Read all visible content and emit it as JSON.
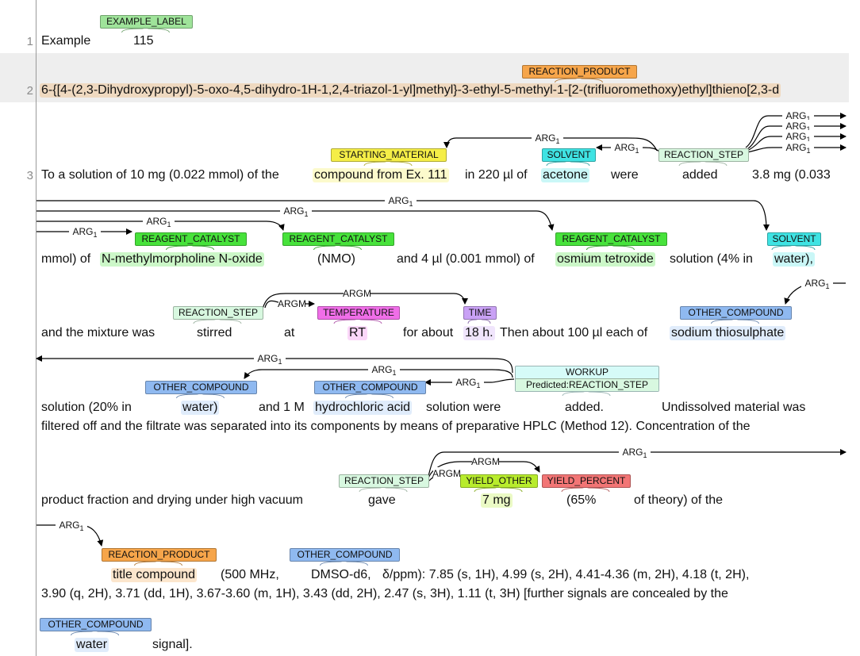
{
  "label_colors": {
    "EXAMPLE_LABEL": "#9fe39a",
    "REACTION_PRODUCT": "#f6a54a",
    "STARTING_MATERIAL": "#f5ee47",
    "SOLVENT": "#3fe3e3",
    "REACTION_STEP": "#d8f8e0",
    "REAGENT_CATALYST": "#47e23b",
    "TEMPERATURE": "#f06ee8",
    "TIME": "#c9a1f5",
    "OTHER_COMPOUND": "#8fb9f0",
    "WORKUP": "#d6fbf8",
    "YIELD_OTHER": "#b8ec2d",
    "YIELD_PERCENT": "#f27575"
  },
  "line_numbers": [
    "1",
    "2",
    "3"
  ],
  "words": [
    {
      "id": "w1",
      "text": "Example"
    },
    {
      "id": "w2",
      "text": "115"
    },
    {
      "id": "w3",
      "text": "6-{[4-(2,3-Dihydroxypropyl)-5-oxo-4,5-dihydro-1H-1,2,4-triazol-1-yl]methyl}-3-ethyl-5-methyl-1-[2-(trifluoromethoxy)ethyl]thieno[2,3-d"
    },
    {
      "id": "w4",
      "text": "To a solution of 10 mg (0.022 mmol) of the"
    },
    {
      "id": "w5",
      "text": "compound from Ex. 111"
    },
    {
      "id": "w6",
      "text": "in 220 µl of"
    },
    {
      "id": "w7",
      "text": "acetone"
    },
    {
      "id": "w8",
      "text": "were"
    },
    {
      "id": "w9",
      "text": "added"
    },
    {
      "id": "w10",
      "text": "3.8 mg (0.033"
    },
    {
      "id": "w11",
      "text": "mmol) of"
    },
    {
      "id": "w12",
      "text": "N-methylmorpholine N-oxide"
    },
    {
      "id": "w13",
      "text": "(NMO)"
    },
    {
      "id": "w14",
      "text": "and 4 µl (0.001 mmol) of"
    },
    {
      "id": "w15",
      "text": "osmium tetroxide"
    },
    {
      "id": "w16",
      "text": "solution (4% in"
    },
    {
      "id": "w17",
      "text": "water),"
    },
    {
      "id": "w18",
      "text": "and the mixture was"
    },
    {
      "id": "w19",
      "text": "stirred"
    },
    {
      "id": "w20",
      "text": "at"
    },
    {
      "id": "w21",
      "text": "RT"
    },
    {
      "id": "w22",
      "text": "for about"
    },
    {
      "id": "w23",
      "text": "18 h."
    },
    {
      "id": "w24",
      "text": "Then about 100 µl each of"
    },
    {
      "id": "w25",
      "text": "sodium thiosulphate"
    },
    {
      "id": "w26",
      "text": "solution (20% in"
    },
    {
      "id": "w27",
      "text": "water)"
    },
    {
      "id": "w28",
      "text": "and 1 M"
    },
    {
      "id": "w29",
      "text": "hydrochloric acid"
    },
    {
      "id": "w30",
      "text": "solution were"
    },
    {
      "id": "w31",
      "text": "added."
    },
    {
      "id": "w32",
      "text": "Undissolved material was"
    },
    {
      "id": "w33",
      "text": "filtered off and the filtrate was separated into its components by means of preparative HPLC (Method 12). Concentration of the"
    },
    {
      "id": "w34",
      "text": "product fraction and drying under high vacuum"
    },
    {
      "id": "w35",
      "text": "gave"
    },
    {
      "id": "w36",
      "text": "7 mg"
    },
    {
      "id": "w37",
      "text": "(65%"
    },
    {
      "id": "w38",
      "text": "of theory) of the"
    },
    {
      "id": "w39",
      "text": "title compound"
    },
    {
      "id": "w40",
      "text": "(500 MHz,"
    },
    {
      "id": "w41",
      "text": "DMSO-d6,"
    },
    {
      "id": "w42",
      "text": "δ/ppm): 7.85 (s, 1H), 4.99 (s, 2H), 4.41-4.36 (m, 2H), 4.18 (t, 2H),"
    },
    {
      "id": "w43",
      "text": "3.90 (q, 2H), 3.71 (dd, 1H), 3.67-3.60 (m, 1H), 3.43 (dd, 2H), 2.47 (s, 3H), 1.11 (t, 3H) [further signals are concealed by the"
    },
    {
      "id": "w44",
      "text": "water"
    },
    {
      "id": "w45",
      "text": "signal]."
    }
  ],
  "labels": [
    {
      "id": "l1",
      "text": "EXAMPLE_LABEL",
      "type": "EXAMPLE_LABEL"
    },
    {
      "id": "l2",
      "text": "REACTION_PRODUCT",
      "type": "REACTION_PRODUCT"
    },
    {
      "id": "l3",
      "text": "STARTING_MATERIAL",
      "type": "STARTING_MATERIAL"
    },
    {
      "id": "l4",
      "text": "SOLVENT",
      "type": "SOLVENT"
    },
    {
      "id": "l5",
      "text": "REACTION_STEP",
      "type": "REACTION_STEP"
    },
    {
      "id": "l6",
      "text": "REAGENT_CATALYST",
      "type": "REAGENT_CATALYST"
    },
    {
      "id": "l7",
      "text": "REAGENT_CATALYST",
      "type": "REAGENT_CATALYST"
    },
    {
      "id": "l8",
      "text": "REAGENT_CATALYST",
      "type": "REAGENT_CATALYST"
    },
    {
      "id": "l9",
      "text": "SOLVENT",
      "type": "SOLVENT"
    },
    {
      "id": "l10",
      "text": "REACTION_STEP",
      "type": "REACTION_STEP"
    },
    {
      "id": "l11",
      "text": "TEMPERATURE",
      "type": "TEMPERATURE"
    },
    {
      "id": "l12",
      "text": "TIME",
      "type": "TIME"
    },
    {
      "id": "l13",
      "text": "OTHER_COMPOUND",
      "type": "OTHER_COMPOUND"
    },
    {
      "id": "l14",
      "text": "OTHER_COMPOUND",
      "type": "OTHER_COMPOUND"
    },
    {
      "id": "l15",
      "text": "OTHER_COMPOUND",
      "type": "OTHER_COMPOUND"
    },
    {
      "id": "l16",
      "text": "WORKUP",
      "type": "WORKUP",
      "sub": "Predicted:REACTION_STEP",
      "sub_type": "REACTION_STEP"
    },
    {
      "id": "l17",
      "text": "REACTION_STEP",
      "type": "REACTION_STEP"
    },
    {
      "id": "l18",
      "text": "YIELD_OTHER",
      "type": "YIELD_OTHER"
    },
    {
      "id": "l19",
      "text": "YIELD_PERCENT",
      "type": "YIELD_PERCENT"
    },
    {
      "id": "l20",
      "text": "REACTION_PRODUCT",
      "type": "REACTION_PRODUCT"
    },
    {
      "id": "l21",
      "text": "OTHER_COMPOUND",
      "type": "OTHER_COMPOUND"
    },
    {
      "id": "l22",
      "text": "OTHER_COMPOUND",
      "type": "OTHER_COMPOUND"
    }
  ],
  "arcs": [
    {
      "id": "a1",
      "label": "ARG",
      "sub": "1"
    },
    {
      "id": "a2",
      "label": "ARG",
      "sub": "1"
    },
    {
      "id": "a3",
      "label": "ARG",
      "sub": "1"
    },
    {
      "id": "a4",
      "label": "ARG",
      "sub": "1"
    },
    {
      "id": "a5",
      "label": "ARG",
      "sub": "1"
    },
    {
      "id": "a6",
      "label": "ARG",
      "sub": "1"
    },
    {
      "id": "a7",
      "label": "ARG",
      "sub": "1"
    },
    {
      "id": "a8",
      "label": "ARG",
      "sub": "1"
    },
    {
      "id": "a9",
      "label": "ARG",
      "sub": "1"
    },
    {
      "id": "a10",
      "label": "ARG",
      "sub": "1"
    },
    {
      "id": "a11",
      "label": "ARGM",
      "sub": ""
    },
    {
      "id": "a12",
      "label": "ARGM",
      "sub": ""
    },
    {
      "id": "a13",
      "label": "ARG",
      "sub": "1"
    },
    {
      "id": "a14",
      "label": "ARG",
      "sub": "1"
    },
    {
      "id": "a15",
      "label": "ARG",
      "sub": "1"
    },
    {
      "id": "a16",
      "label": "ARG",
      "sub": "1"
    },
    {
      "id": "a17",
      "label": "ARG",
      "sub": "1"
    },
    {
      "id": "a18",
      "label": "ARGM",
      "sub": ""
    },
    {
      "id": "a19",
      "label": "ARGM",
      "sub": ""
    },
    {
      "id": "a20",
      "label": "ARG",
      "sub": "1"
    }
  ]
}
